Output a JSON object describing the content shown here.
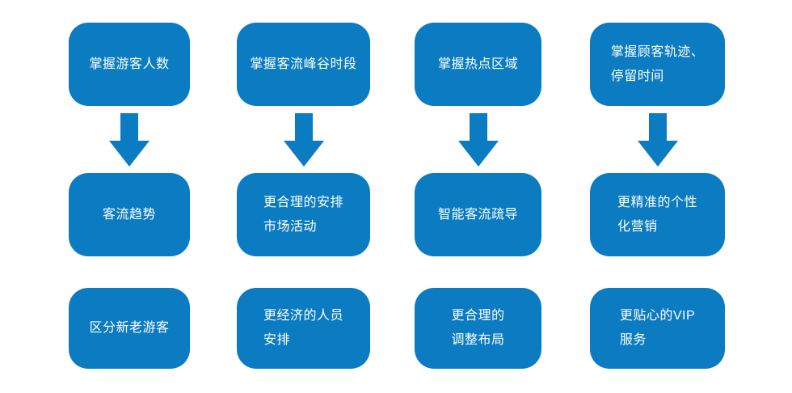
{
  "colors": {
    "box_blue": "#0b7bc2",
    "text": "#ffffff",
    "background": "#ffffff"
  },
  "icons": {
    "between_rows": "arrow-down"
  },
  "diagram": {
    "columns": [
      {
        "top": {
          "lines": [
            "掌握游客人数"
          ]
        },
        "middle": {
          "lines": [
            "客流趋势"
          ]
        },
        "bottom": {
          "lines": [
            "区分新老游客"
          ]
        }
      },
      {
        "top": {
          "lines": [
            "掌握客流峰谷时段"
          ]
        },
        "middle": {
          "lines": [
            "更合理的安排",
            "市场活动"
          ]
        },
        "bottom": {
          "lines": [
            "更经济的人员",
            "安排"
          ]
        }
      },
      {
        "top": {
          "lines": [
            "掌握热点区域"
          ]
        },
        "middle": {
          "lines": [
            "智能客流疏导"
          ]
        },
        "bottom": {
          "lines": [
            "更合理的",
            "调整布局"
          ]
        }
      },
      {
        "top": {
          "lines": [
            "掌握顾客轨迹、",
            "停留时间"
          ]
        },
        "middle": {
          "lines": [
            "更精准的个性",
            "化营销"
          ]
        },
        "bottom": {
          "lines": [
            "更贴心的VIP",
            "服务"
          ]
        }
      }
    ]
  }
}
